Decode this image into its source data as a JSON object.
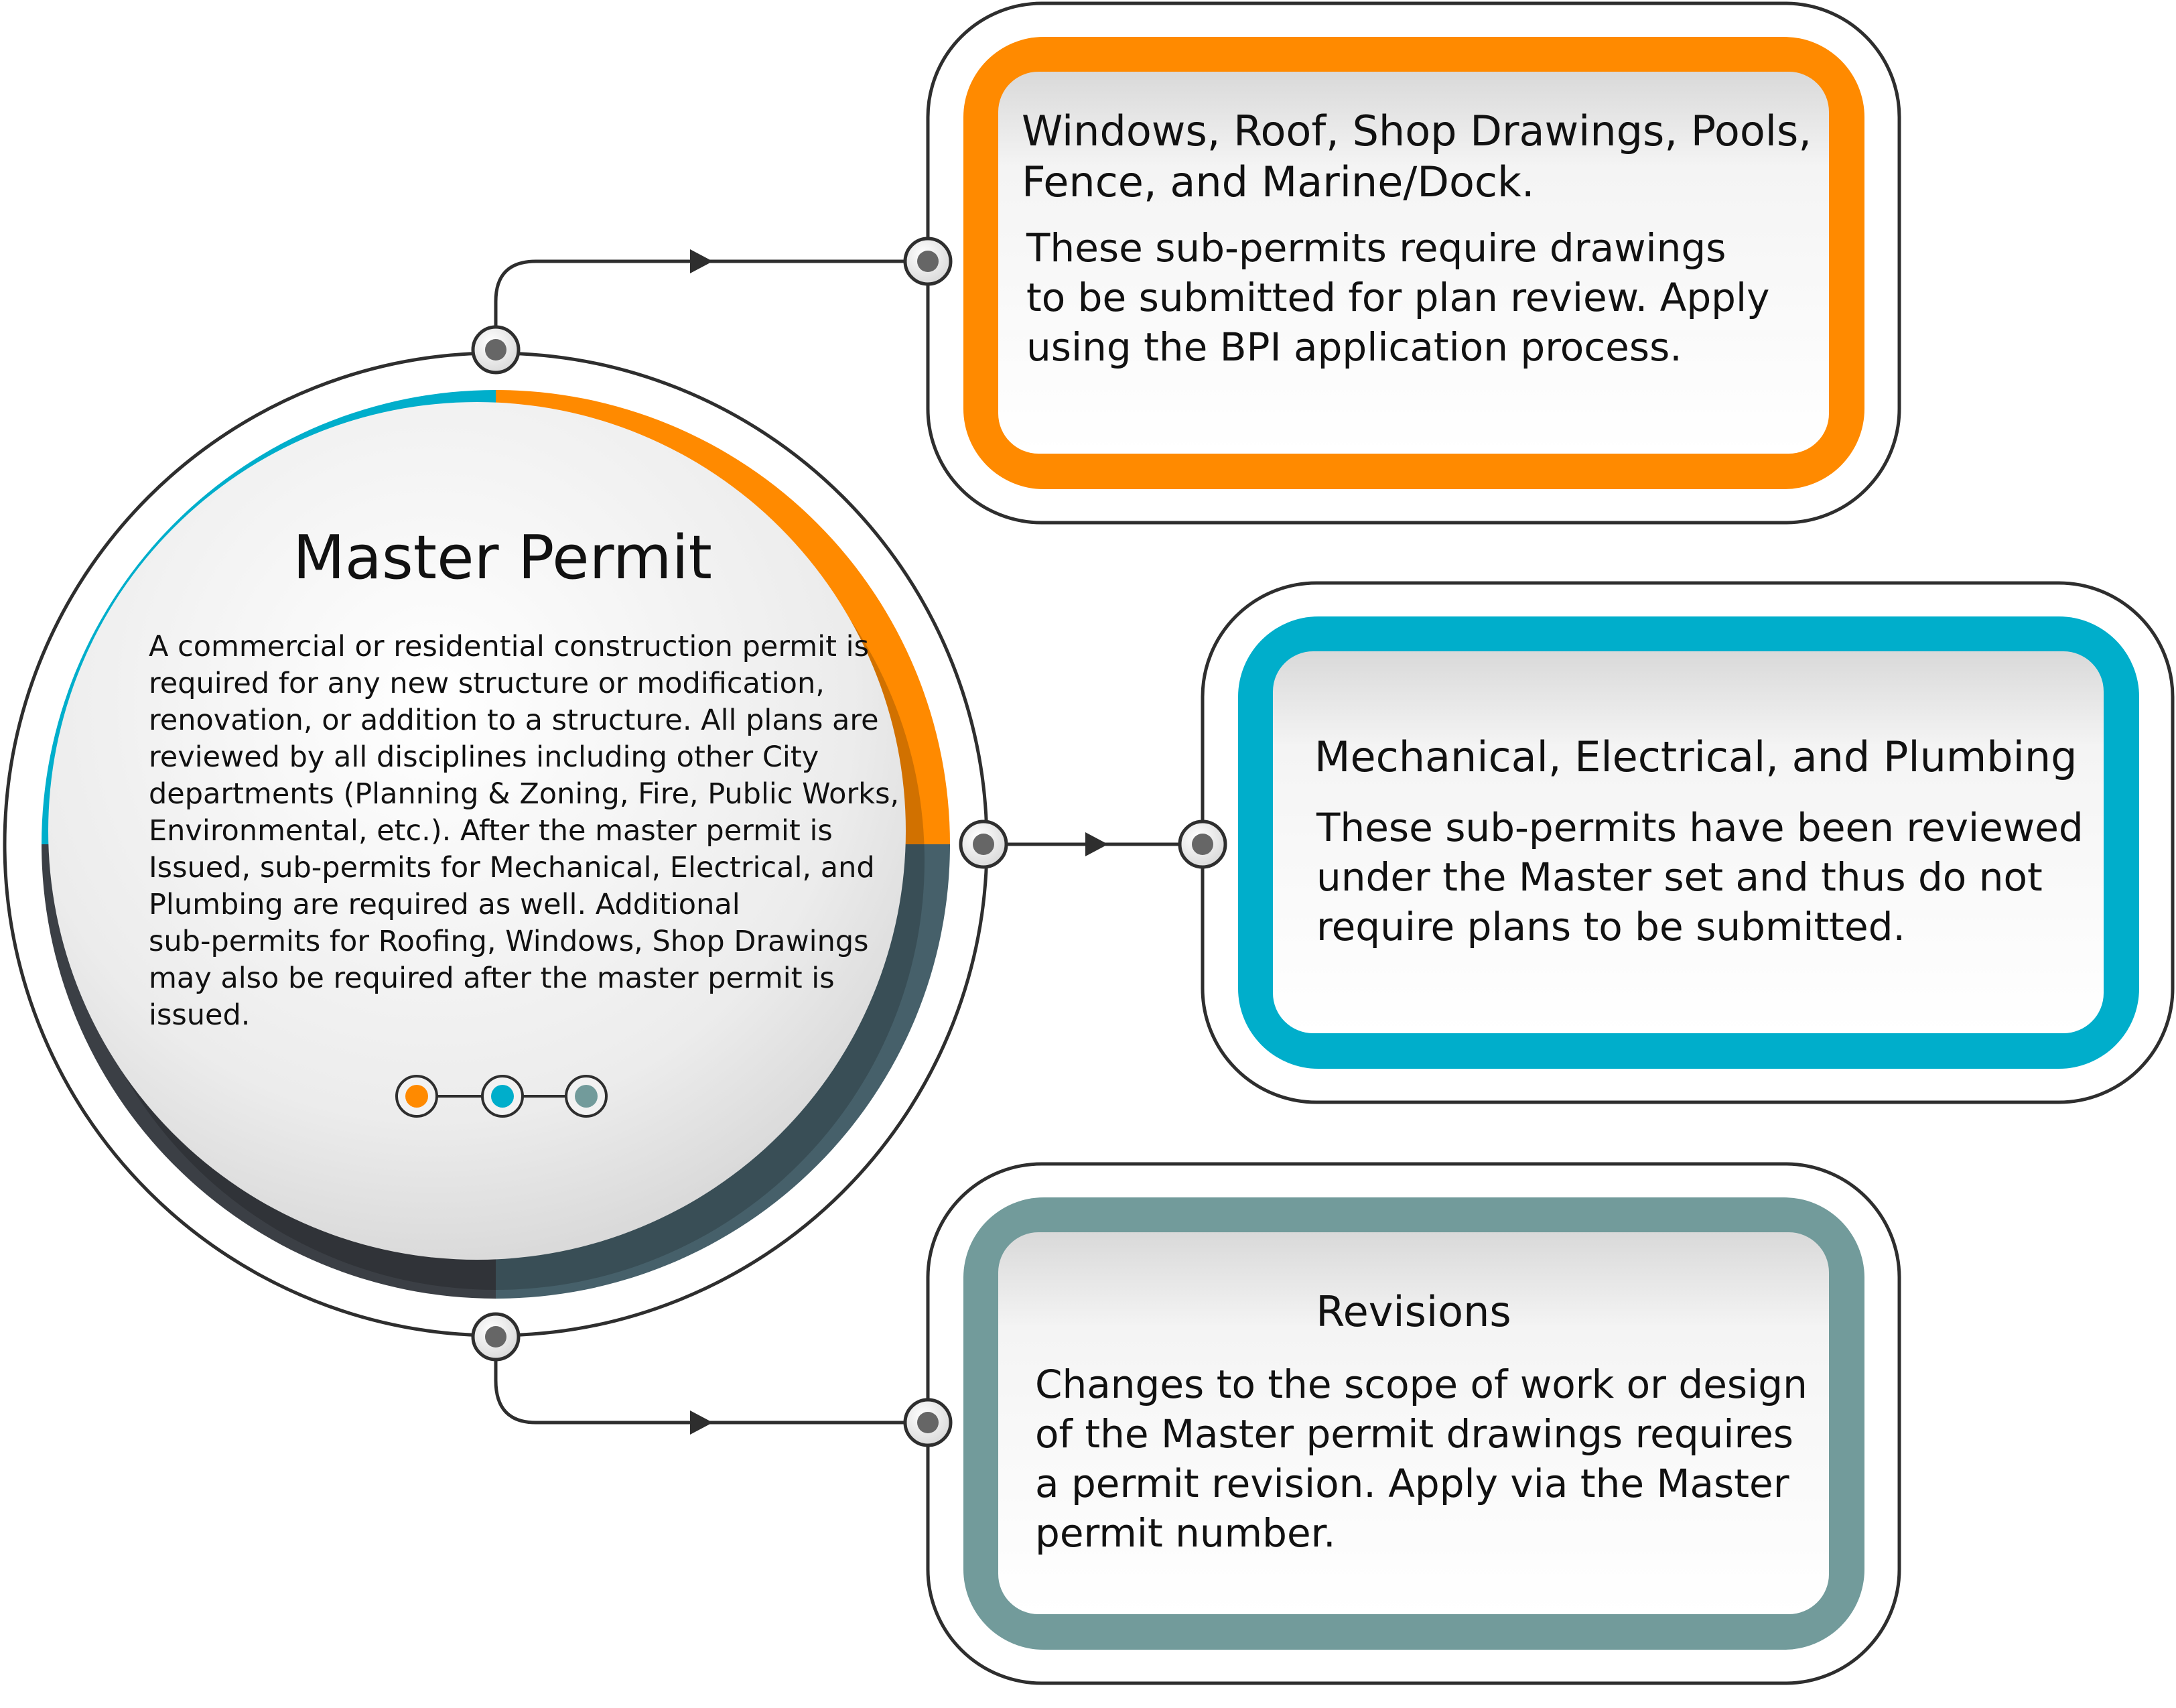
{
  "colors": {
    "orange": "#ff8a00",
    "teal": "#00aecb",
    "slate": "#729b9b",
    "dark": "#3b3f45",
    "connector": "#2e2e2e",
    "node_fill": "#666666"
  },
  "master": {
    "title": "Master Permit",
    "body": "A commercial or residential construction permit is\nrequired for any new structure or modification,\nrenovation, or addition to a structure. All plans are\nreviewed by all disciplines including other City\ndepartments (Planning & Zoning, Fire, Public Works,\nEnvironmental, etc.). After the master permit is\nIssued, sub-permits for Mechanical, Electrical, and\nPlumbing are required as well. Additional\nsub-permits for Roofing, Windows, Shop Drawings\nmay also be required after the master permit is\nissued."
  },
  "boxes": [
    {
      "id": "plan-review",
      "heading": "Windows, Roof, Shop Drawings, Pools,\nFence, and Marine/Dock.",
      "body": "These sub-permits require drawings\nto be submitted for plan review.  Apply\nusing the BPI application process.",
      "color": "#ff8a00"
    },
    {
      "id": "mep",
      "heading": "Mechanical, Electrical, and Plumbing",
      "body": "These sub-permits have been reviewed\nunder the Master set and thus do not\nrequire plans to be submitted.",
      "color": "#00aecb"
    },
    {
      "id": "revisions",
      "heading": "Revisions",
      "body": "Changes to the scope of work or design\nof the Master permit drawings requires\na permit revision.  Apply via the Master\npermit number.",
      "color": "#729b9b"
    }
  ],
  "indicator_dots": [
    "#ff8a00",
    "#00aecb",
    "#729b9b"
  ]
}
